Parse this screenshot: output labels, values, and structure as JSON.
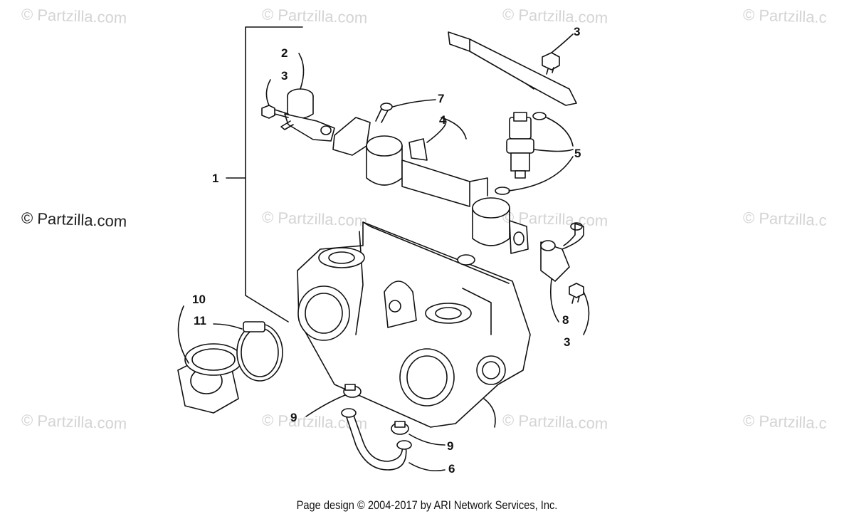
{
  "watermarks": [
    "© Partzilla.com",
    "© Partzilla.com",
    "© Partzilla.com",
    "© Partzilla.c",
    "© Partzilla.com",
    "© Partzilla.com",
    "© Partzilla.c",
    "© Partzilla.com",
    "© Partzilla.com",
    "© Partzilla.com",
    "© Partzilla.c"
  ],
  "side_watermark": "© Partzilla.com",
  "callouts": {
    "c1": "1",
    "c2": "2",
    "c3a": "3",
    "c3b": "3",
    "c3c": "3",
    "c4": "4",
    "c5": "5",
    "c6": "6",
    "c7": "7",
    "c8": "8",
    "c9a": "9",
    "c9b": "9",
    "c10": "10",
    "c11": "11"
  },
  "footer": "Page design © 2004-2017 by ARI Network Services, Inc."
}
